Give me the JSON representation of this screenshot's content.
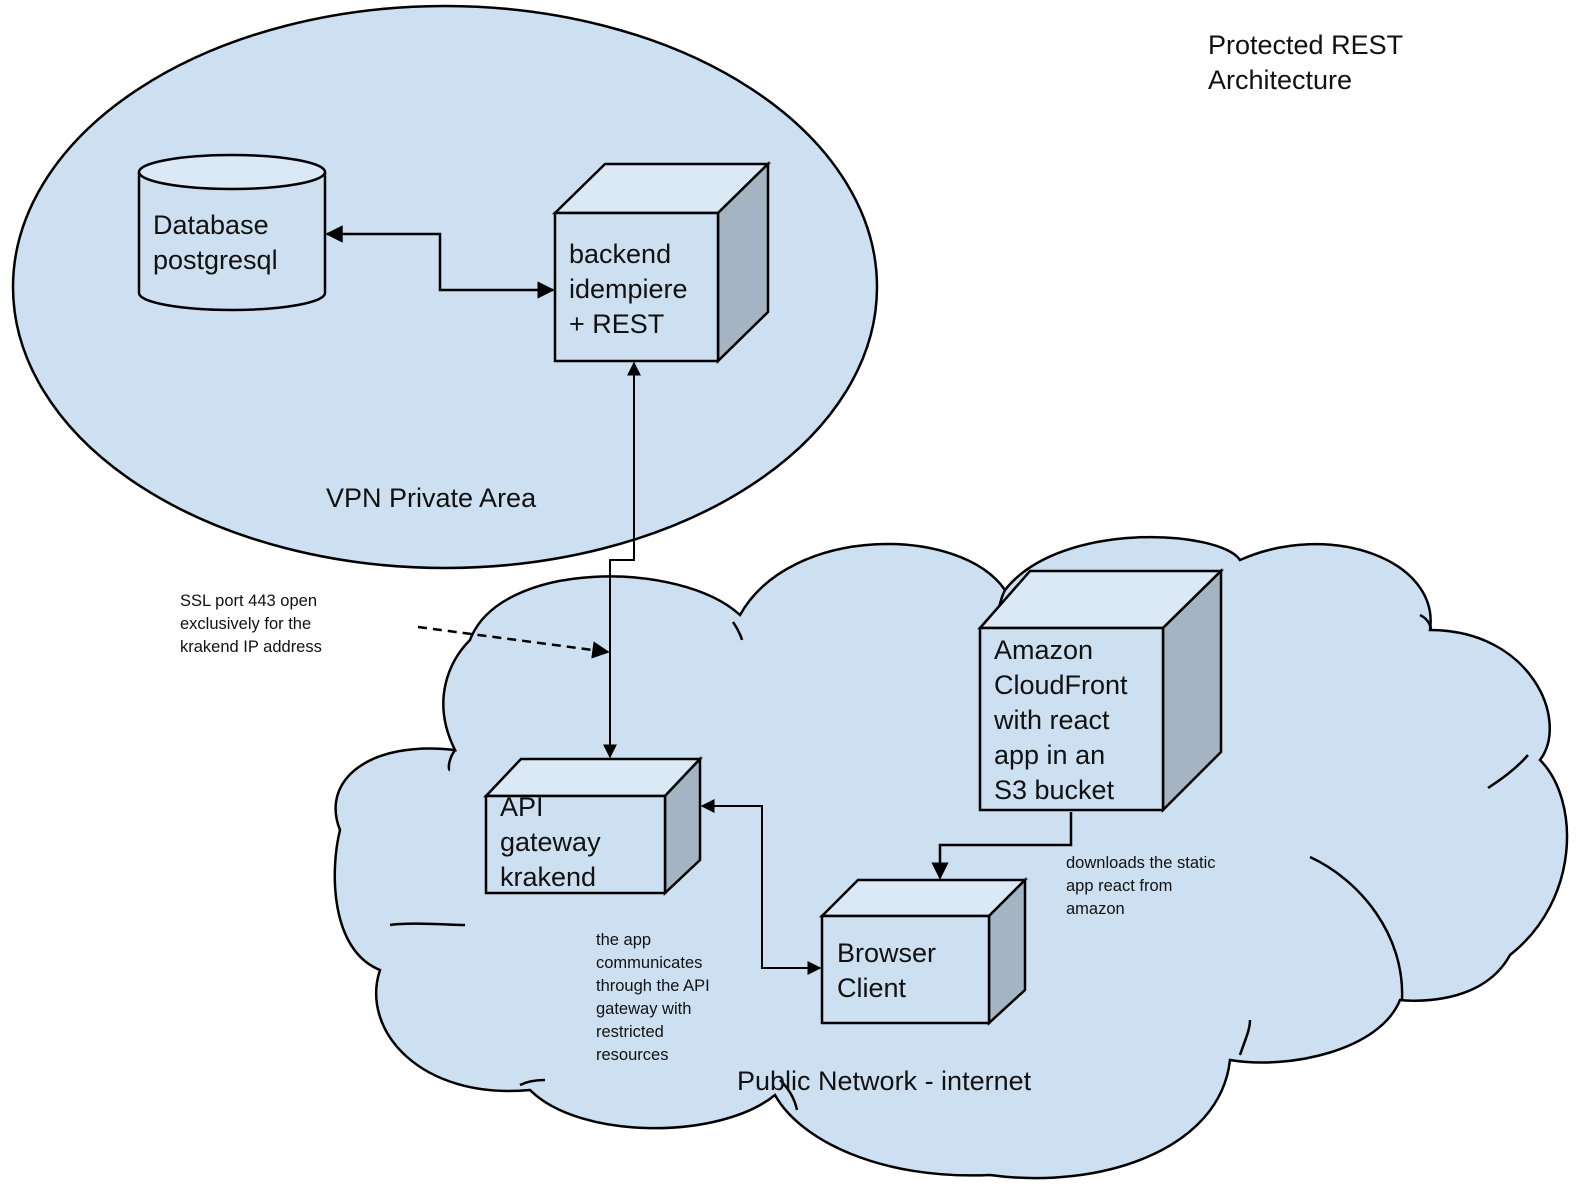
{
  "title": {
    "lines": [
      "Protected REST",
      "Architecture"
    ]
  },
  "colors": {
    "region_fill": "#cde0f1",
    "box_front": "#cde0f1",
    "box_top": "#dbe8f5",
    "box_side": "#a5b4c2",
    "stroke": "#000000",
    "background": "#ffffff"
  },
  "regions": {
    "vpn": {
      "label": "VPN Private Area",
      "shape": "ellipse"
    },
    "public": {
      "label": "Public Network - internet",
      "shape": "cloud"
    }
  },
  "nodes": {
    "database": {
      "shape": "cylinder",
      "lines": [
        "Database",
        "postgresql"
      ]
    },
    "backend": {
      "shape": "cube",
      "lines": [
        "backend",
        "idempiere",
        "+ REST"
      ]
    },
    "gateway": {
      "shape": "cube",
      "lines": [
        "API",
        "gateway",
        "krakend"
      ]
    },
    "cloudfront": {
      "shape": "cube",
      "lines": [
        "Amazon",
        "CloudFront",
        "with react",
        "app in an",
        "S3 bucket"
      ]
    },
    "browser": {
      "shape": "cube",
      "lines": [
        "Browser",
        "Client"
      ]
    }
  },
  "annotations": {
    "ssl": {
      "lines": [
        "SSL port 443 open",
        "exclusively for the",
        "krakend IP address"
      ]
    },
    "app_comm": {
      "lines": [
        "the app",
        "communicates",
        "through the API",
        "gateway with",
        "restricted",
        "resources"
      ]
    },
    "downloads": {
      "lines": [
        "downloads the static",
        "app react from",
        "amazon"
      ]
    }
  },
  "connections": [
    {
      "from": "database",
      "to": "backend",
      "style": "solid",
      "arrows": "both"
    },
    {
      "from": "backend",
      "to": "gateway",
      "style": "solid",
      "arrows": "both"
    },
    {
      "from": "gateway",
      "to": "browser",
      "style": "solid",
      "arrows": "both"
    },
    {
      "from": "cloudfront",
      "to": "browser",
      "style": "solid",
      "arrows": "end"
    },
    {
      "from": "ssl",
      "to": "backend-gateway-link",
      "style": "dashed",
      "arrows": "end"
    }
  ]
}
